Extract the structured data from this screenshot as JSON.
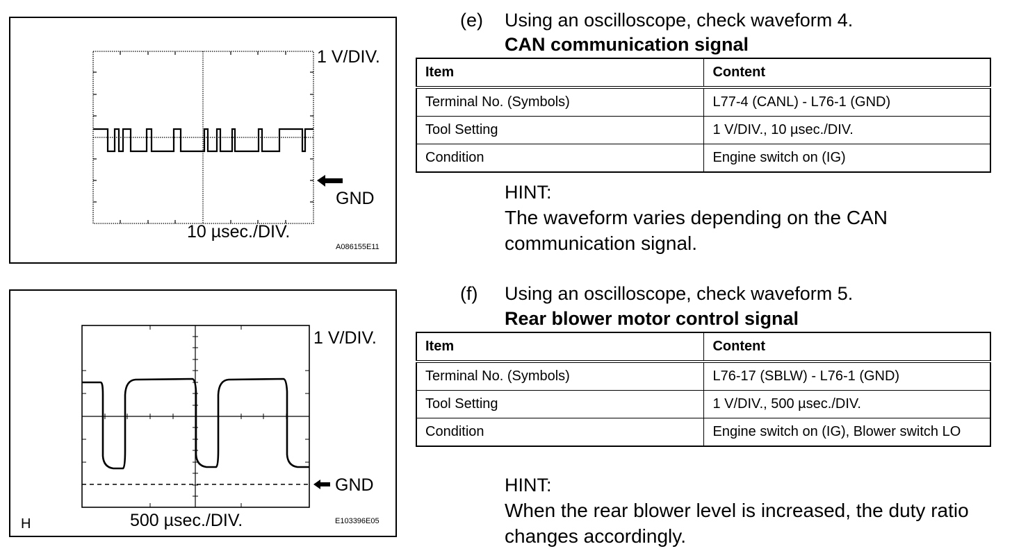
{
  "figures": [
    {
      "vdiv_label": "1 V/DIV.",
      "tdiv_label": "10 µsec./DIV.",
      "gnd_label": "GND",
      "code": "A086155E11",
      "icon": "left-arrow-icon"
    },
    {
      "vdiv_label": "1 V/DIV.",
      "tdiv_label": "500 µsec./DIV.",
      "gnd_label": "GND",
      "code": "E103396E05",
      "corner_label": "H",
      "icon": "left-arrow-icon"
    }
  ],
  "sections": [
    {
      "letter": "(e)",
      "instruction": "Using an oscilloscope, check waveform 4.",
      "title": "CAN communication signal",
      "table": {
        "headers": [
          "Item",
          "Content"
        ],
        "rows": [
          [
            "Terminal No. (Symbols)",
            "L77-4 (CANL) - L76-1 (GND)"
          ],
          [
            "Tool Setting",
            "1 V/DIV., 10 µsec./DIV."
          ],
          [
            "Condition",
            "Engine switch on (IG)"
          ]
        ]
      },
      "hint_title": "HINT:",
      "hint_text": "The waveform varies depending on the CAN communication signal."
    },
    {
      "letter": "(f)",
      "instruction": "Using an oscilloscope, check waveform 5.",
      "title": "Rear blower motor control signal",
      "table": {
        "headers": [
          "Item",
          "Content"
        ],
        "rows": [
          [
            "Terminal No. (Symbols)",
            "L76-17 (SBLW) - L76-1 (GND)"
          ],
          [
            "Tool Setting",
            "1 V/DIV., 500 µsec./DIV."
          ],
          [
            "Condition",
            "Engine switch on (IG), Blower switch LO"
          ]
        ]
      },
      "hint_title": "HINT:",
      "hint_text": "When the rear blower level is increased, the duty ratio changes accordingly."
    }
  ]
}
